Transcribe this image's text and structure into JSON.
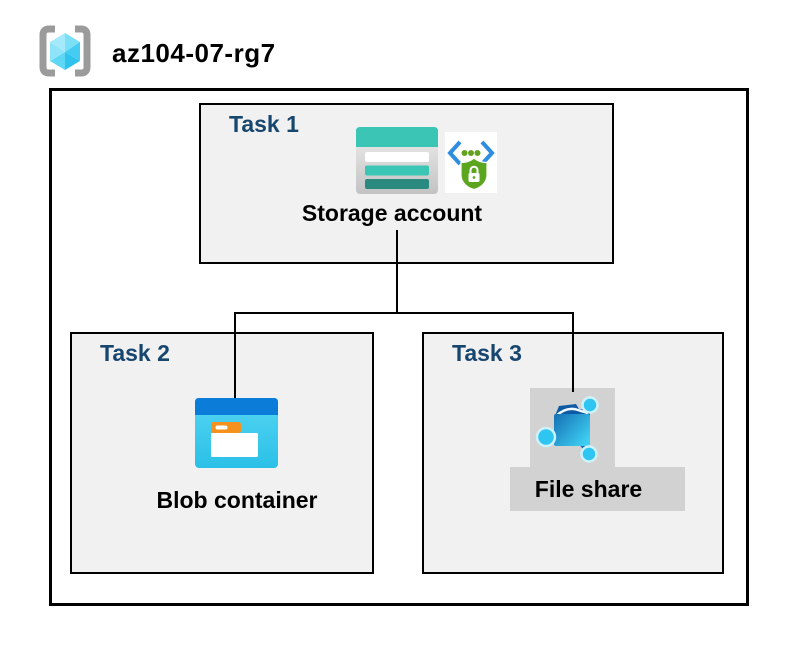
{
  "resource_group": {
    "name": "az104-07-rg7"
  },
  "tasks": [
    {
      "label": "Task 1",
      "resource_label": "Storage account",
      "icons": [
        "storage-account-icon",
        "sas-shield-icon"
      ]
    },
    {
      "label": "Task 2",
      "resource_label": "Blob container",
      "icons": [
        "blob-container-icon"
      ]
    },
    {
      "label": "Task 3",
      "resource_label": "File share",
      "icons": [
        "file-share-icon"
      ]
    }
  ],
  "connections": [
    {
      "from": "Storage account",
      "to": "Blob container"
    },
    {
      "from": "Storage account",
      "to": "File share"
    }
  ],
  "colors": {
    "task_label_navy": "#17466E",
    "task_box_fill": "#F1F1F1",
    "outline_black": "#000000",
    "storage_teal": "#3BC5B4",
    "storage_teal_dark": "#2A8A80",
    "blob_header_blue": "#0C7CD9",
    "blob_body_cyan": "#3BCBEE",
    "folder_tab_orange": "#F5921E",
    "file_share_blue": "#1470B4",
    "node_cyan": "#2EC5F2",
    "sas_chevron_blue": "#2E8DE1",
    "sas_shield_green": "#5CA61F",
    "rg_bracket_gray": "#9B9B9B",
    "rg_cube_cyan": "#6FDCF7",
    "icon_backdrop_gray": "#D2D2D2"
  }
}
